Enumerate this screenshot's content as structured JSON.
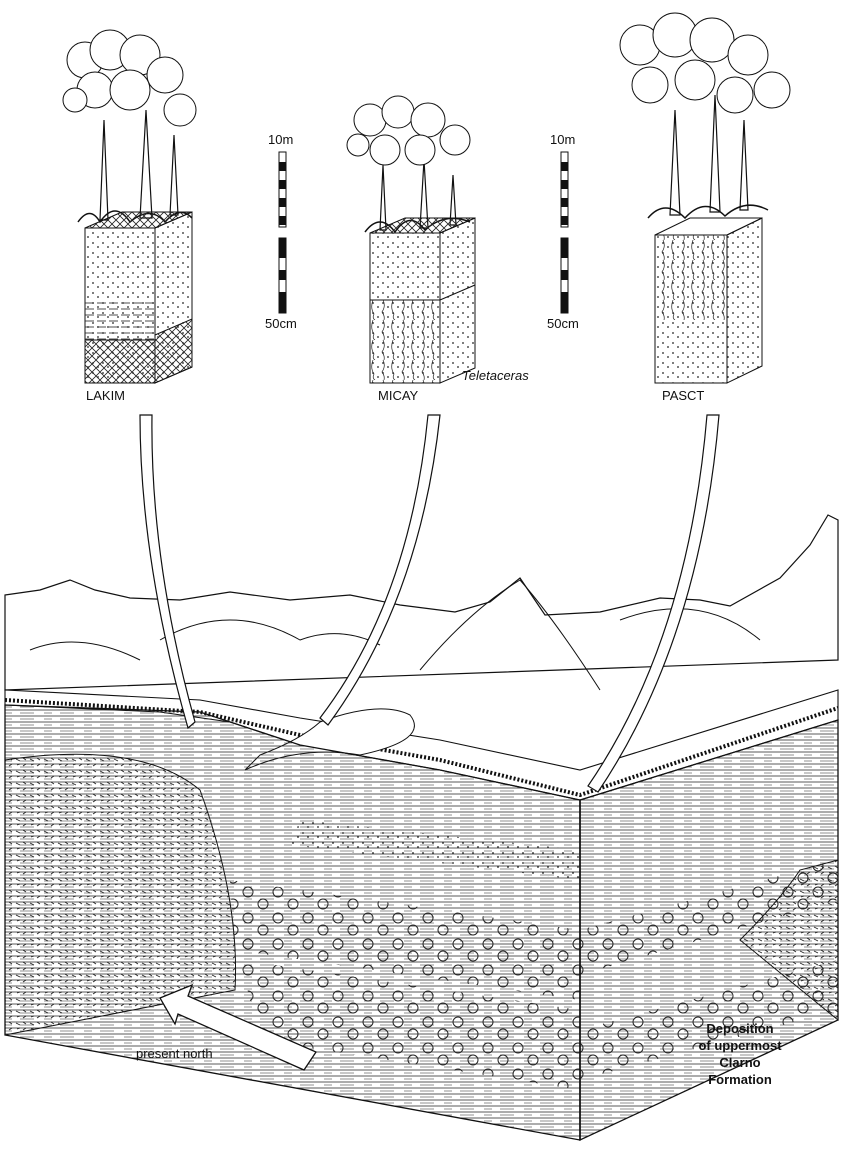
{
  "profiles": [
    {
      "label": "LAKIM"
    },
    {
      "label": "MICAY"
    },
    {
      "label": "PASCT"
    }
  ],
  "fossil_label": "Teletaceras",
  "scales": [
    {
      "top": "10m",
      "bottom": "50cm"
    },
    {
      "top": "10m",
      "bottom": "50cm"
    }
  ],
  "compass": {
    "label": "present north",
    "icon": "arrow-north-icon"
  },
  "caption": {
    "lines": [
      "Deposition",
      "of uppermost",
      "Clarno",
      "Formation"
    ]
  },
  "colors": {
    "ink": "#111111",
    "paper": "#ffffff"
  }
}
